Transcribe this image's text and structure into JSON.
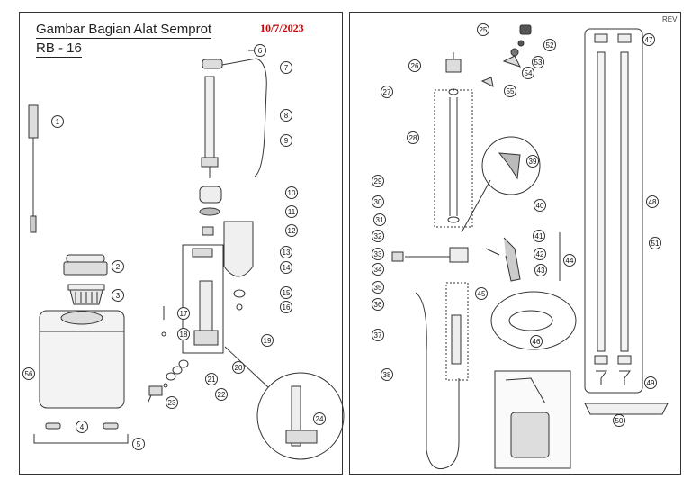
{
  "header": {
    "title_line1": "Gambar Bagian Alat Semprot",
    "title_line2": "RB - 16",
    "date": "10/7/2023",
    "rev": "REV"
  },
  "callouts": [
    "1",
    "2",
    "3",
    "4",
    "5",
    "6",
    "7",
    "8",
    "9",
    "10",
    "11",
    "12",
    "13",
    "14",
    "15",
    "16",
    "17",
    "18",
    "19",
    "20",
    "21",
    "22",
    "23",
    "24",
    "25",
    "26",
    "27",
    "28",
    "29",
    "30",
    "31",
    "32",
    "33",
    "34",
    "35",
    "36",
    "37",
    "38",
    "39",
    "40",
    "41",
    "42",
    "43",
    "44",
    "45",
    "46",
    "47",
    "48",
    "49",
    "50",
    "51",
    "52",
    "53",
    "54",
    "55",
    "56"
  ]
}
